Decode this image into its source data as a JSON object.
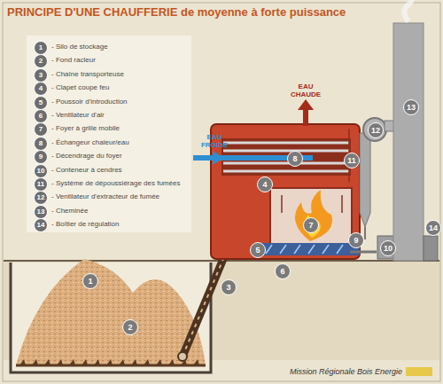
{
  "diagram": {
    "title": "PRINCIPE D'UNE CHAUFFERIE de moyenne à forte puissance",
    "caption": "Mission Régionale Bois Energie",
    "labels": [
      "1",
      "- Silo de stockage",
      "2",
      "- Fond racleur",
      "3",
      "- Chaîne transporteuse",
      "4",
      "- Clapet coupe feu",
      "5",
      "- Poussoir d'introduction",
      "6",
      "- Ventilateur d'air",
      "7",
      "- Foyer à grille mobile",
      "8",
      "- Échangeur chaleur/eau",
      "9",
      "- Décendrage du foyer",
      "10",
      "- Conteneur à cendres",
      "11",
      "- Système de dépoussiérage des fumées",
      "12",
      "- Ventilateur d'extracteur de fumée",
      "13",
      "- Cheminée",
      "14",
      "- Boîtier de régulation",
      "1",
      "2",
      "3",
      "4",
      "5",
      "6",
      "7",
      "8",
      "9",
      "10",
      "11",
      "12",
      "13",
      "14",
      "EAU CHAUDE",
      "EAU FROIDE"
    ]
  }
}
